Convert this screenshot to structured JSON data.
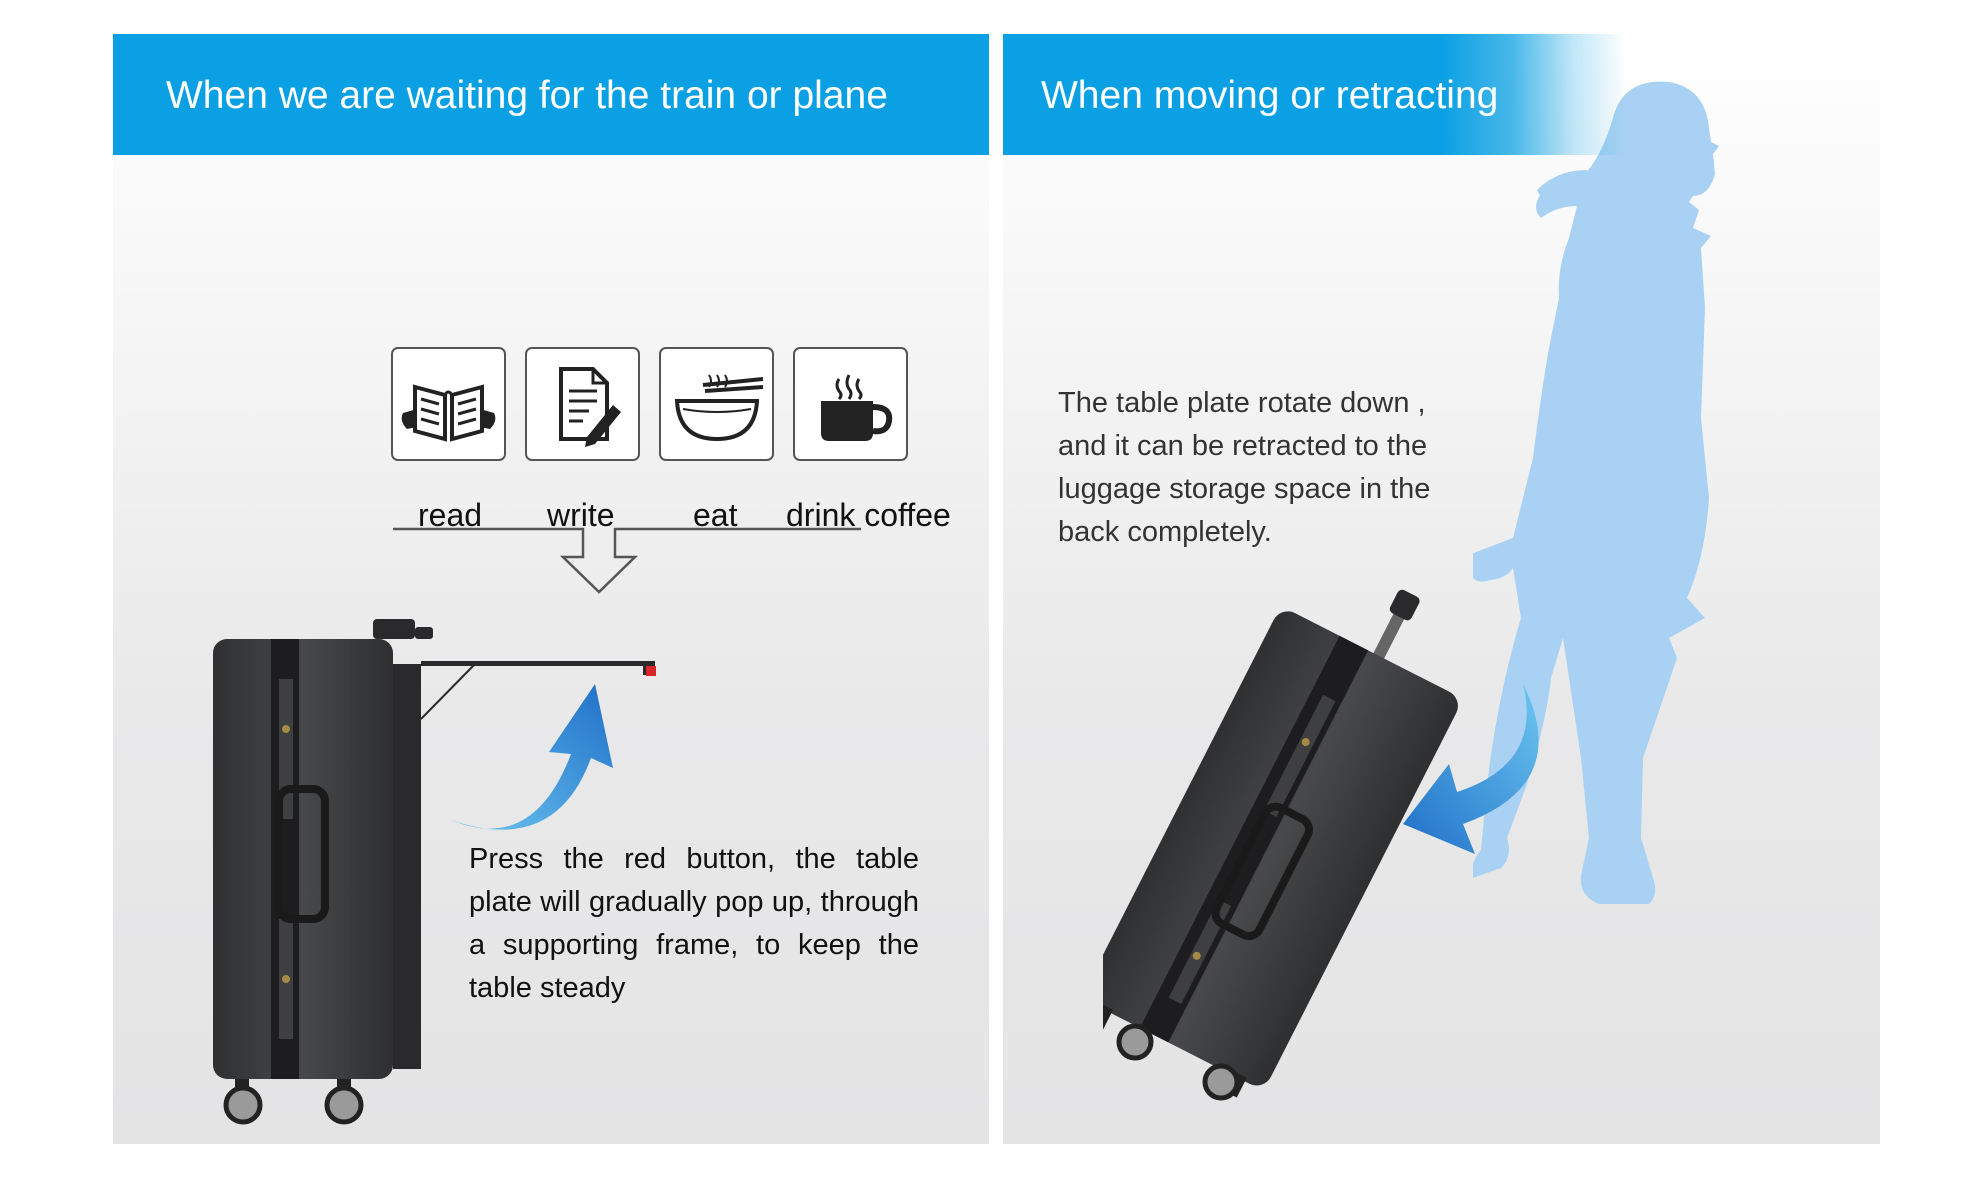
{
  "left_panel": {
    "title": "When we are waiting for the train or plane",
    "activities": [
      {
        "label": "read",
        "icon": "book-icon"
      },
      {
        "label": "write",
        "icon": "document-pencil-icon"
      },
      {
        "label": "eat",
        "icon": "noodle-bowl-icon"
      },
      {
        "label": "drink coffee",
        "icon": "coffee-cup-icon"
      }
    ],
    "description": "Press the red button, the table plate will gradually pop up, through a supporting frame, to keep the table steady"
  },
  "right_panel": {
    "title": "When moving or retracting",
    "description": "The table plate rotate down , and it can be retracted to the luggage storage space in the back completely."
  },
  "colors": {
    "banner_blue": "#0aa0e3",
    "silhouette_blue": "#a8d1f3",
    "suitcase": "#3a3b3d",
    "arrow_blue": "#2f86d8",
    "button_red": "#d8262b"
  }
}
